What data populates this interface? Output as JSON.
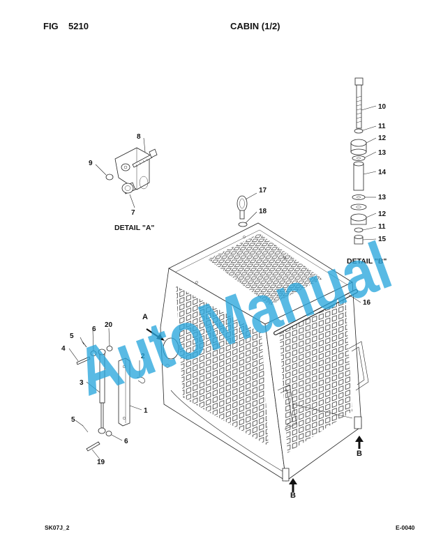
{
  "header": {
    "fig_label": "FIG",
    "fig_number": "5210",
    "title": "CABIN (1/2)"
  },
  "footer": {
    "left": "SK07J_2",
    "right": "E-0040"
  },
  "watermark": {
    "text": "AutoManual",
    "color": "#2aa6dc"
  },
  "details": {
    "a": "DETAIL \"A\"",
    "b": "DETAIL \"B\""
  },
  "arrow_labels": {
    "a": "A",
    "b_left": "B",
    "b_right": "B"
  },
  "callouts": {
    "c1": "1",
    "c2": "2",
    "c3": "3",
    "c4": "4",
    "c5a": "5",
    "c5b": "5",
    "c6a": "6",
    "c6b": "6",
    "c7": "7",
    "c8": "8",
    "c9": "9",
    "c10": "10",
    "c11a": "11",
    "c11b": "11",
    "c12a": "12",
    "c12b": "12",
    "c13a": "13",
    "c13b": "13",
    "c14": "14",
    "c15": "15",
    "c16": "16",
    "c17": "17",
    "c18": "18",
    "c19": "19",
    "c20": "20"
  }
}
